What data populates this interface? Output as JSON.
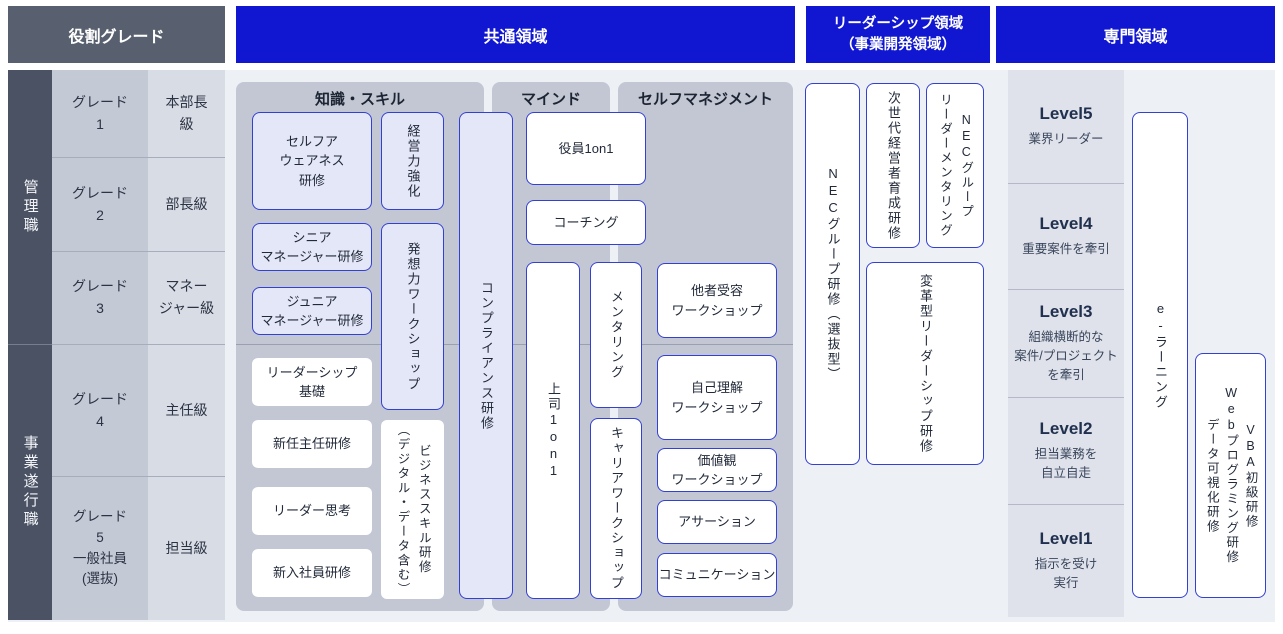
{
  "colors": {
    "accent_blue": "#1117d1",
    "header_gray": "#585f6e",
    "sidebar_dark": "#4b5263",
    "grade_column": "#c4c9d6",
    "rank_column": "#d8dce5",
    "panel_gray": "#c2c7d3",
    "box_fill_lavender": "#e4e7f8",
    "box_border_blue": "#3340d4",
    "level_column": "#dfe2ea",
    "body_background": "#edf0f5"
  },
  "headers": {
    "role_grade": "役割グレード",
    "common": "共通領域",
    "leadership": "リーダーシップ領域\n（事業開発領域）",
    "specialty": "専門領域"
  },
  "role_groups": {
    "management": "管理職",
    "execution": "事業遂行職"
  },
  "grades": [
    {
      "grade": "グレード\n1",
      "rank": "本部長\n級"
    },
    {
      "grade": "グレード\n2",
      "rank": "部長級"
    },
    {
      "grade": "グレード\n3",
      "rank": "マネー\nジャー級"
    },
    {
      "grade": "グレード\n4",
      "rank": "主任級"
    },
    {
      "grade": "グレード\n5\n一般社員\n(選抜)",
      "rank": "担当級"
    }
  ],
  "common": {
    "sections": {
      "knowledge": "知識・スキル",
      "mind": "マインド",
      "self_management": "セルフマネジメント"
    },
    "knowledge_courses": {
      "self_awareness": "セルフア\nウェアネス\n研修",
      "management_strength": "経営力強化",
      "senior_manager": "シニア\nマネージャー研修",
      "junior_manager": "ジュニア\nマネージャー研修",
      "ideation_workshop": "発想力ワークショップ",
      "leadership_basics": "リーダーシップ\n基礎",
      "new_chief": "新任主任研修",
      "leader_thinking": "リーダー思考",
      "new_employee": "新入社員研修",
      "business_skills": "ビジネススキル研修\n（デジタル・データ含む）",
      "compliance": "コンプライアンス研修"
    },
    "mind_courses": {
      "executive_1on1": "役員1on1",
      "coaching": "コーチング",
      "boss_1on1": "上司1on1",
      "mentoring": "メンタリング",
      "career_workshop": "キャリアワークショップ"
    },
    "self_management_courses": {
      "acceptance_workshop": "他者受容\nワークショップ",
      "self_understanding_workshop": "自己理解\nワークショップ",
      "values_workshop": "価値観\nワークショップ",
      "assertion": "アサーション",
      "communication": "コミュニケーション"
    }
  },
  "leadership": {
    "courses": {
      "nec_group_training": "NECグループ研修（選抜型）",
      "next_gen_leaders": "次世代経営者育成研修",
      "nec_group_mentoring": "NECグループ\nリーダーメンタリング",
      "transformational_leadership": "変革型リーダーシップ研修"
    }
  },
  "specialty": {
    "levels": [
      {
        "title": "Level5",
        "desc": "業界リーダー"
      },
      {
        "title": "Level4",
        "desc": "重要案件を牽引"
      },
      {
        "title": "Level3",
        "desc": "組織横断的な\n案件/プロジェクト\nを牽引"
      },
      {
        "title": "Level2",
        "desc": "担当業務を\n自立自走"
      },
      {
        "title": "Level1",
        "desc": "指示を受け\n実行"
      }
    ],
    "courses": {
      "elearning": "e-ラーニング",
      "programming": "VBA初級研修\nWebプログラミング研修\nデータ可視化研修"
    }
  }
}
